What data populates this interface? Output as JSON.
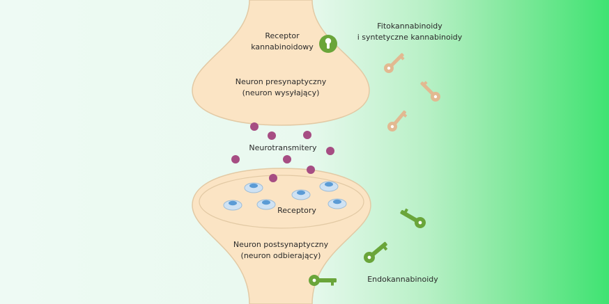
{
  "labels": {
    "receptor_cb": [
      "Receptor",
      "kannabinoidowy"
    ],
    "presynaptic": [
      "Neuron presynaptyczny",
      "(neuron wysyłający)"
    ],
    "neurotransmitters": "Neurotransmitery",
    "receptors": "Receptory",
    "postsynaptic": [
      "Neuron postsynaptyczny",
      "(neuron odbierający)"
    ],
    "phyto": [
      "Fitokannabinoidy",
      "i syntetyczne kannabinoidy"
    ],
    "endo": "Endokannabinoidy"
  },
  "colors": {
    "neuron": "#fbe4c4",
    "neuron_stroke": "#e2c9a4",
    "neurotransmitter": "#a64d83",
    "receptor": "#5b9bd5",
    "receptor_cb": "#6aa53a",
    "phyto_key": "#e2b991",
    "endo_key": "#6aa53a"
  },
  "icons": {
    "receptor_cb": "keyhole-lock-icon",
    "phyto": "key-icon",
    "endo": "key-icon"
  }
}
